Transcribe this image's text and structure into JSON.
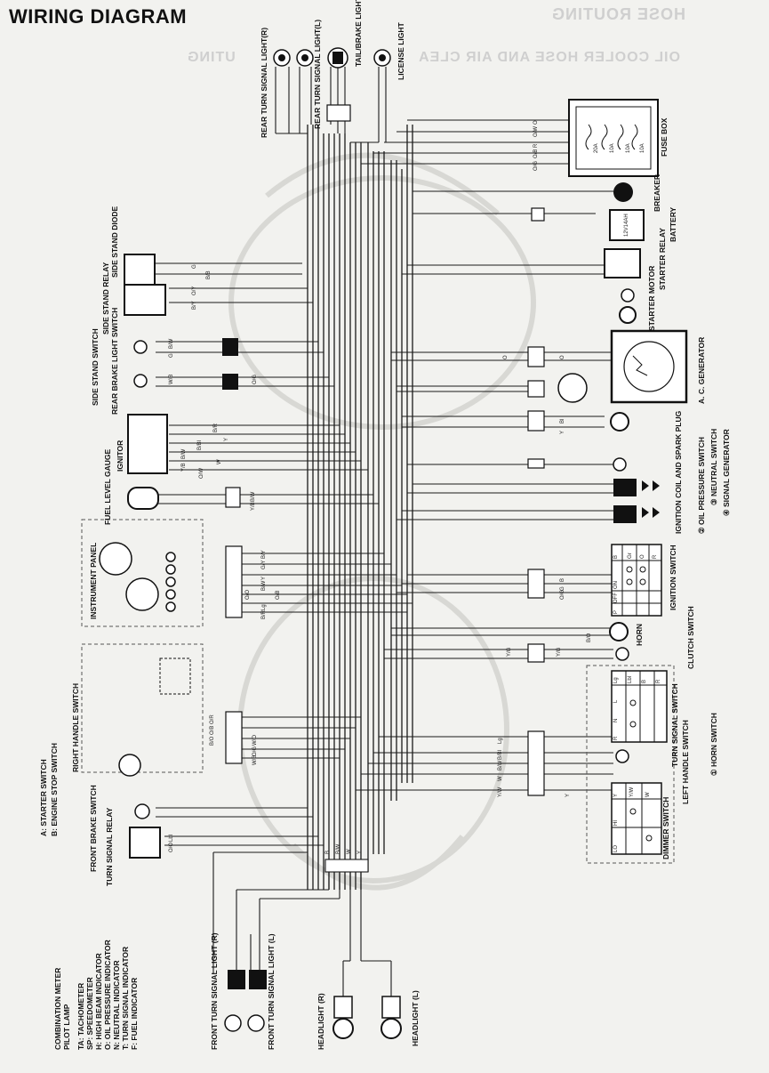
{
  "title": "WIRING DIAGRAM",
  "ghost": {
    "top": "HOSE ROUTING",
    "second": "OIL COOLER HOSE AND AIR CLEA",
    "second_end": "UTING"
  },
  "components": {
    "rear_turn_r": "REAR TURN SIGNAL LIGHT(R)",
    "rear_turn_l": "REAR TURN SIGNAL LIGHT(L)",
    "tail_brake": "TAIL/BRAKE LIGHT",
    "license": "LICENSE LIGHT",
    "fuse_box": "FUSE BOX",
    "breaker": "BREAKER",
    "battery": "BATTERY",
    "starter_relay": "STARTER RELAY",
    "starter_motor": "STARTER MOTOR",
    "ac_generator": "A. C. GENERATOR",
    "side_stand_diode": "SIDE STAND DIODE",
    "side_stand_relay": "SIDE STAND RELAY",
    "side_stand_switch": "SIDE STAND SWITCH",
    "rear_brake_switch": "REAR BRAKE LIGHT SWITCH",
    "ignitor": "IGNITOR",
    "fuel_level_gauge": "FUEL LEVEL GAUGE",
    "instrument_panel": "INSTRUMENT PANEL",
    "ignition_coil": "IGNITION COIL AND SPARK PLUG",
    "ignition_switch": "IGNITION SWITCH",
    "horn": "HORN",
    "clutch_switch": "CLUTCH SWITCH",
    "turn_signal_switch": "TURN SIGNAL SWITCH",
    "left_handle_switch": "LEFT HANDLE SWITCH",
    "dimmer_switch": "DIMMER SWITCH",
    "horn_switch": "① HORN SWITCH",
    "oil_pressure_switch": "② OIL PRESSURE SWITCH",
    "neutral_switch": "③ NEUTRAL SWITCH",
    "signal_generator": "④ SIGNAL GENERATOR",
    "right_handle_switch": "RIGHT HANDLE SWITCH",
    "front_brake_switch": "FRONT BRAKE SWITCH",
    "turn_signal_relay": "TURN SIGNAL RELAY",
    "starter_switch_note": "A: STARTER SWITCH",
    "engine_stop_note": "B: ENGINE STOP SWITCH",
    "front_turn_r": "FRONT TURN SIGNAL LIGHT (R)",
    "front_turn_l": "FRONT TURN SIGNAL LIGHT (L)",
    "headlight_r": "HEADLIGHT (R)",
    "headlight_l": "HEADLIGHT (L)"
  },
  "legend": [
    "COMBINATION METER",
    "PILOT LAMP",
    "TA: TACHOMETER",
    "SP: SPEEDOMETER",
    "H: HIGH BEAM INDICATOR",
    "O: OIL PRESSURE INDICATOR",
    "N: NEUTRAL INDICATOR",
    "T: TURN SIGNAL INDICATOR",
    "F: FUEL INDICATOR"
  ],
  "fuse_ratings": [
    "20A",
    "10A",
    "10A",
    "10A"
  ],
  "battery_rating": "12V14AH",
  "ignition_table": {
    "cols": [
      "B",
      "Gr",
      "O",
      "R"
    ],
    "rows": [
      "ON",
      "OFF",
      "P"
    ]
  },
  "dimmer_table": {
    "cols": [
      "Y",
      "Y/W",
      "W"
    ],
    "rows": [
      "HI",
      "LO"
    ]
  },
  "turn_table": {
    "cols": [
      "Lg",
      "Lbl",
      "B",
      "R"
    ],
    "rows": [
      "L",
      "N",
      "R"
    ]
  },
  "wire_codes": {
    "top_bus": [
      "O",
      "O/W",
      "R",
      "O/B",
      "O/G"
    ],
    "diode": [
      "G",
      "B/B"
    ],
    "relay": [
      "O/Y",
      "B/Y"
    ],
    "side_stand": [
      "B/W",
      "G"
    ],
    "rear_brake": [
      "W/B",
      "O/G"
    ],
    "generator": [
      "O",
      "O",
      "Bl",
      "Y"
    ],
    "ignitor": [
      "B/R",
      "Y",
      "B/Bl",
      "B/W",
      "W",
      "Y/B",
      "O/W"
    ],
    "fuel": [
      "B/W",
      "Y/B"
    ],
    "panel": [
      "B/Y",
      "G/Y",
      "Y",
      "B/W",
      "O/O",
      "O/B",
      "Lg",
      "B/R"
    ],
    "ignition": [
      "B",
      "G",
      "O/G"
    ],
    "horn": [
      "B/O"
    ],
    "clutch": [
      "Y/G",
      "Y/G"
    ],
    "right_handle": [
      "O/R",
      "O/B",
      "B/O",
      "W/O",
      "O/G",
      "W/B"
    ],
    "left_handle": [
      "Lg",
      "B/Bl",
      "B/W",
      "W",
      "Y/W",
      "Y"
    ],
    "relay_wires": [
      "Lbl",
      "O/O"
    ],
    "front": [
      "B",
      "B/W",
      "W",
      "Y"
    ]
  }
}
